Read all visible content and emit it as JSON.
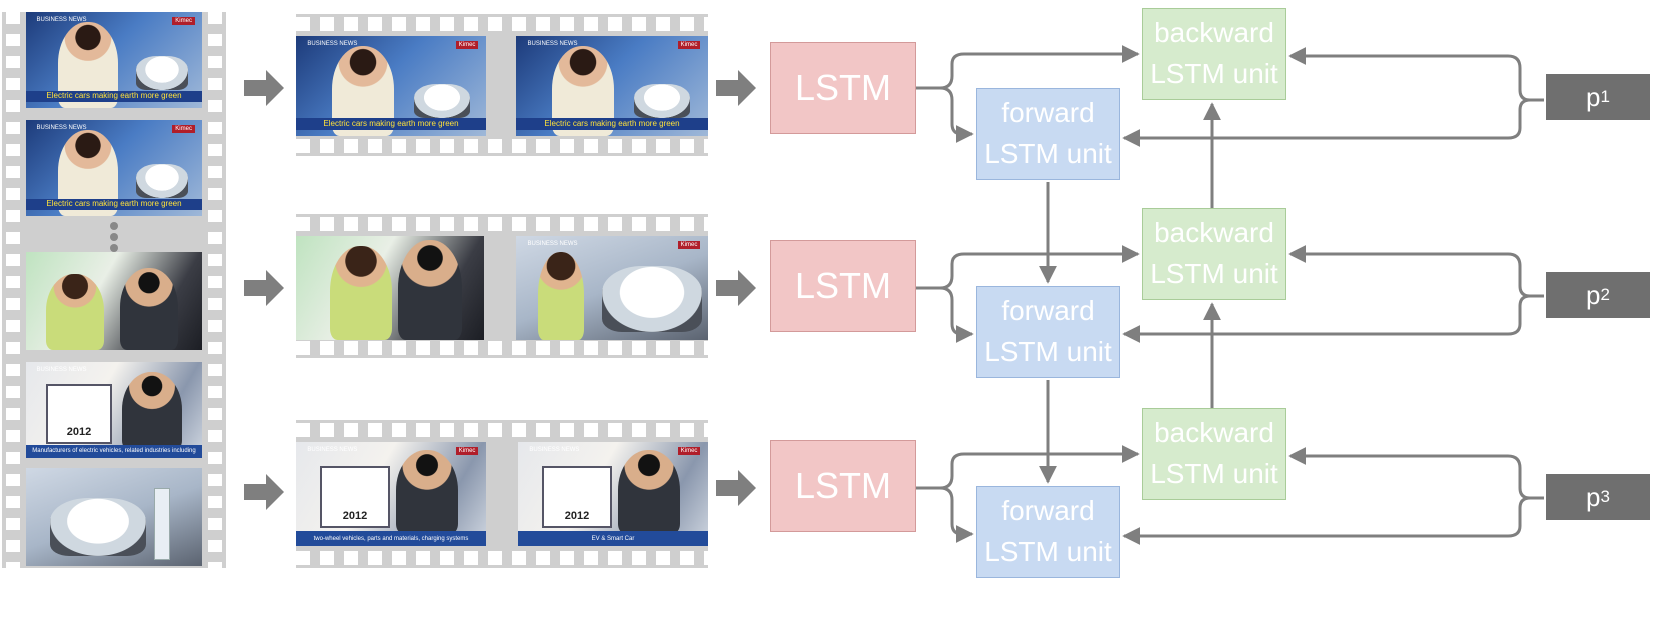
{
  "frame_text": {
    "channel": "BUSINESS NEWS",
    "station": "Kimec",
    "caption_green": "Electric cars making earth more green",
    "sign_year": "2012",
    "caption_booth_line1": "Manufacturers of electric vehicles, related industries including",
    "caption_booth_line2": "two-wheel vehicles, parts and materials, charging systems",
    "booth_footer": "EV & Smart Car"
  },
  "blocks": {
    "lstm_label": "LSTM",
    "forward_line1": "forward",
    "forward_line2": "LSTM unit",
    "backward_line1": "backward",
    "backward_line2": "LSTM unit"
  },
  "outputs": [
    {
      "base": "p",
      "sub": "1"
    },
    {
      "base": "p",
      "sub": "2"
    },
    {
      "base": "p",
      "sub": "3"
    }
  ],
  "colors": {
    "lstm": "#f2c6c6",
    "forward": "#c8daf2",
    "backward": "#d6ebcd",
    "output": "#6f6f6f",
    "arrow": "#7f7f7f",
    "film": "#cfcfcf"
  }
}
